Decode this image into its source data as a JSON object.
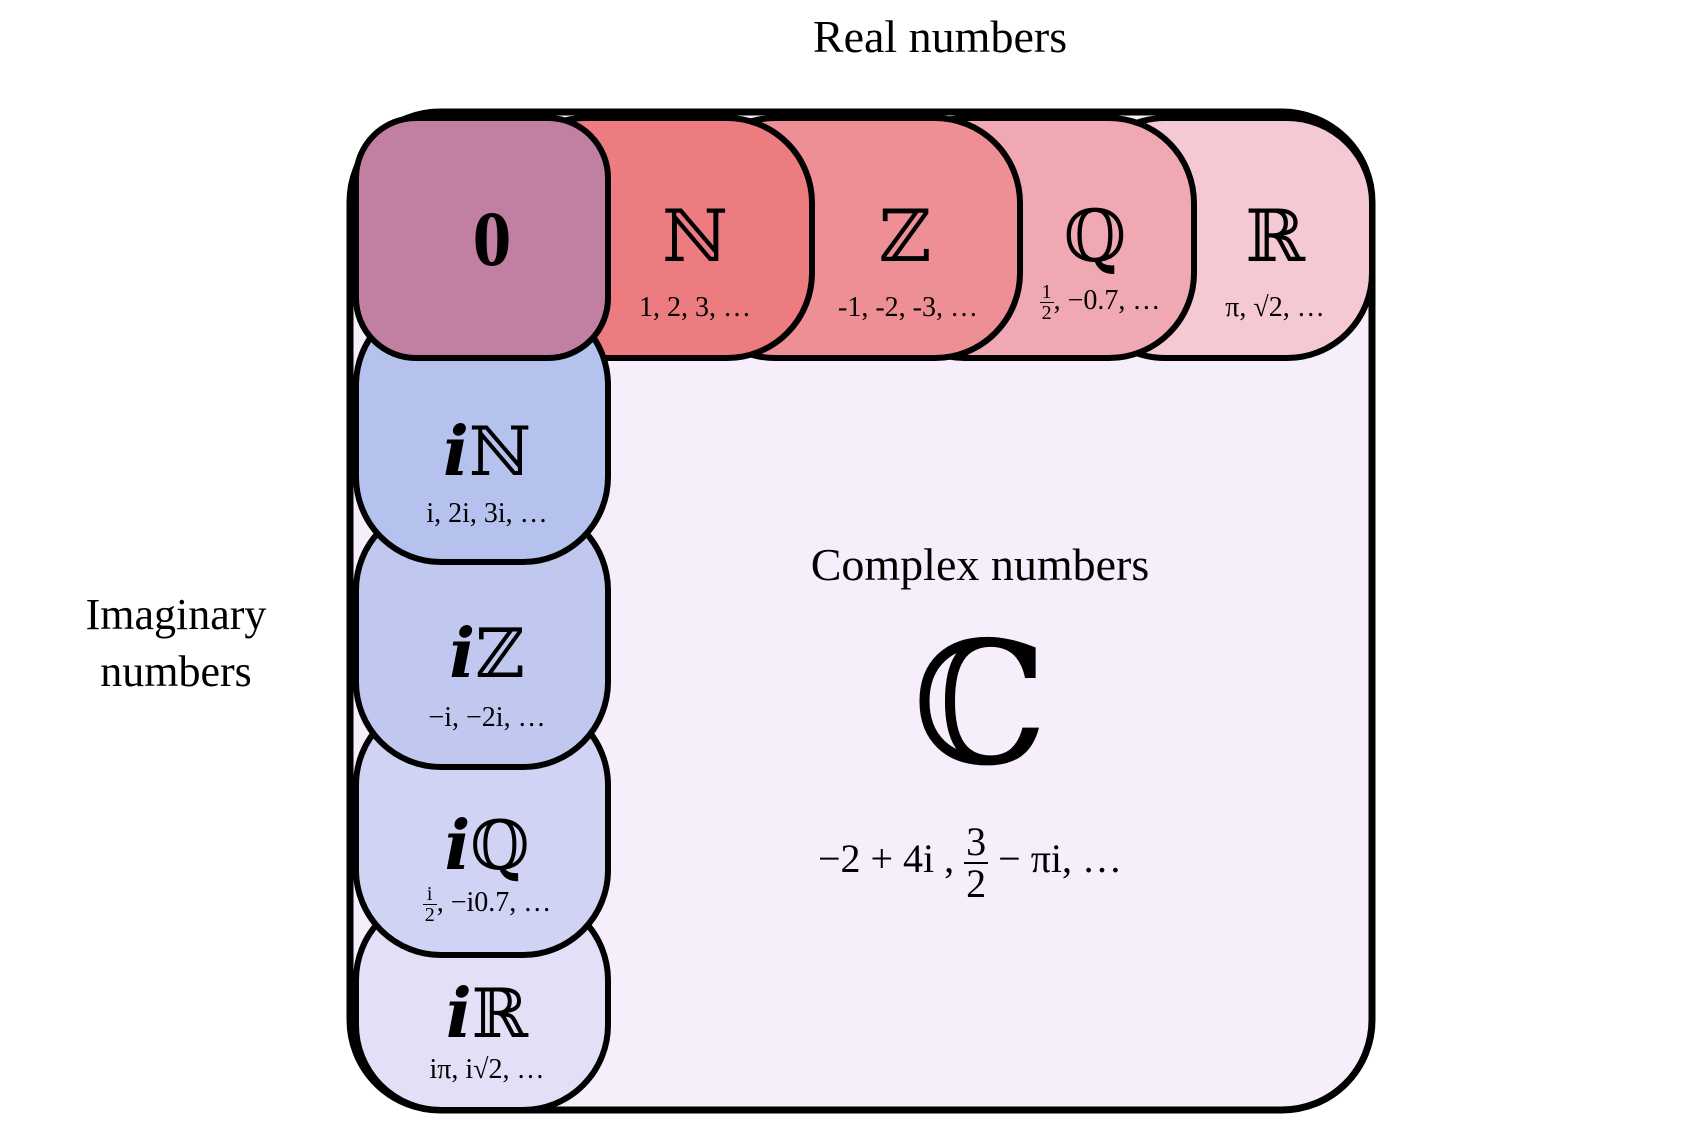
{
  "real_title": "Real numbers",
  "imaginary_title": "Imaginary numbers",
  "colors": {
    "zero": "#c17fa1",
    "N": "#ec7c80",
    "Z": "#ee8f96",
    "Q": "#f0a8b2",
    "R": "#f5c9d3",
    "iN": "#b5c2ee",
    "iZ": "#c1c8f0",
    "iQ": "#d0d3f4",
    "iR": "#e1e0f7",
    "complex": "#f7eefc",
    "stroke": "#000000"
  },
  "zero": {
    "symbol": "0"
  },
  "real_sets": [
    {
      "key": "N",
      "symbol": "ℕ",
      "example": "1, 2, 3, …"
    },
    {
      "key": "Z",
      "symbol": "ℤ",
      "example": "-1, -2, -3, …"
    },
    {
      "key": "Q",
      "symbol": "ℚ",
      "frac_num": "1",
      "frac_den": "2",
      "example_rest": ", −0.7, …"
    },
    {
      "key": "R",
      "symbol": "ℝ",
      "example": "π, √2, …"
    }
  ],
  "imaginary_sets": [
    {
      "key": "iN",
      "prefix": "i",
      "symbol": "ℕ",
      "example": "i, 2i, 3i, …"
    },
    {
      "key": "iZ",
      "prefix": "i",
      "symbol": "ℤ",
      "example": "−i, −2i, …"
    },
    {
      "key": "iQ",
      "prefix": "i",
      "symbol": "ℚ",
      "frac_num": "i",
      "frac_den": "2",
      "example_rest": ", −i0.7, …"
    },
    {
      "key": "iR",
      "prefix": "i",
      "symbol": "ℝ",
      "example": "iπ, i√2, …"
    }
  ],
  "complex": {
    "title": "Complex numbers",
    "symbol": "ℂ",
    "example_start": "−2 + 4i ,",
    "frac_num": "3",
    "frac_den": "2",
    "example_end": "− πi, …"
  }
}
